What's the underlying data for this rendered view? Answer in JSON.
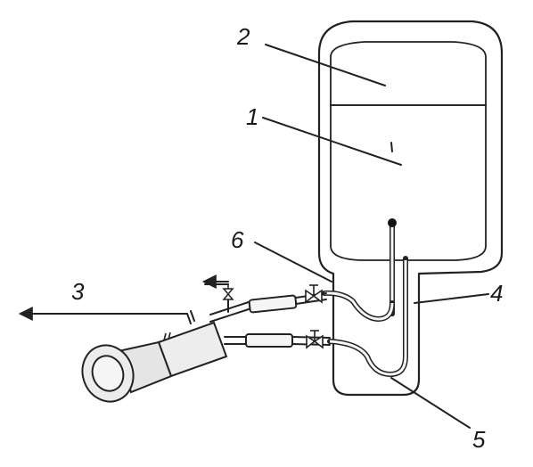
{
  "callouts": {
    "c1": "1",
    "c2": "2",
    "c3": "3",
    "c4": "4",
    "c5": "5",
    "c6": "6"
  },
  "colors": {
    "stroke": "#222222",
    "vessel_fill": "#ebebeb",
    "upper_layer": "#f0f0f0",
    "packed_bed": "#8a8a8a",
    "tube": "#f7f7f7"
  }
}
